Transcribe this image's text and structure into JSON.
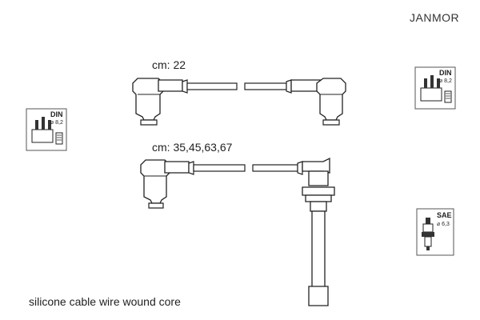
{
  "header": {
    "brand": "JANMOR"
  },
  "cables": [
    {
      "length_label": "cm: 22"
    },
    {
      "length_label": "cm: 35,45,63,67"
    }
  ],
  "connectors": {
    "left_badge": {
      "standard": "DIN",
      "size": "⌀ 8,2"
    },
    "right_badge": {
      "standard": "DIN",
      "size": "⌀ 8,2"
    },
    "plug_badge": {
      "standard": "SAE",
      "size": "⌀ 6,3"
    }
  },
  "footer": {
    "description": "silicone cable wire wound core"
  }
}
